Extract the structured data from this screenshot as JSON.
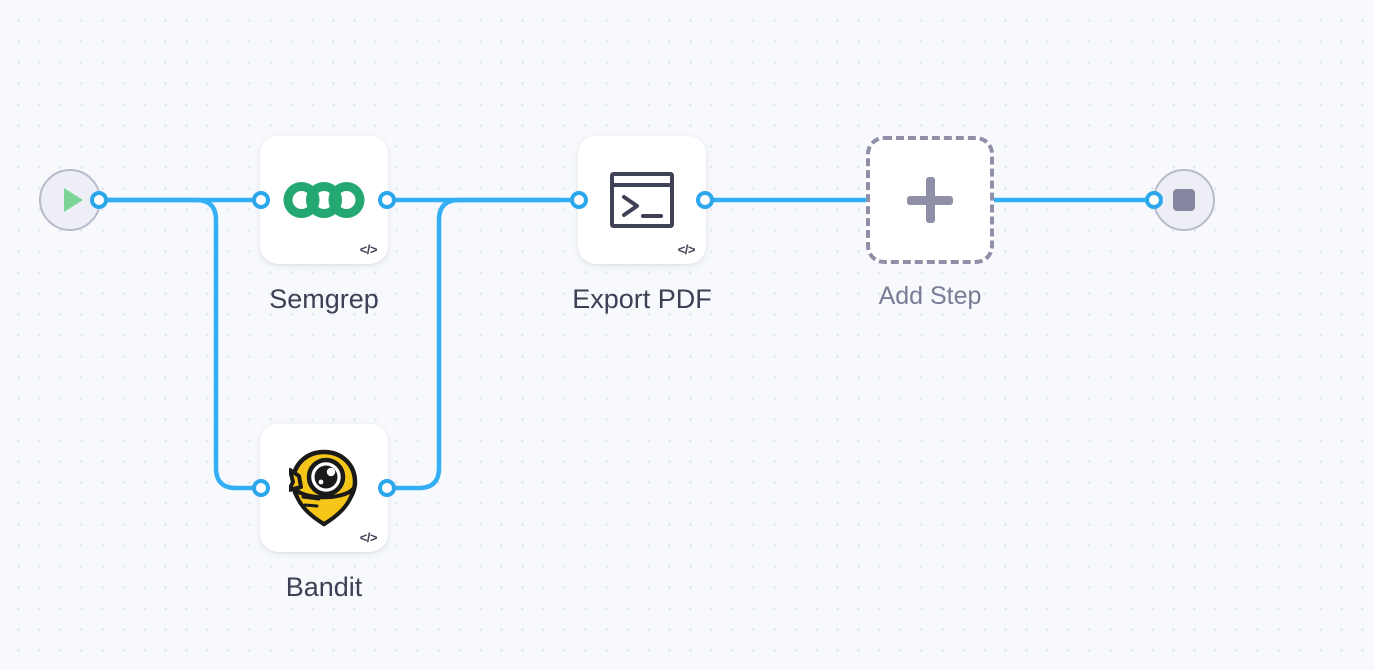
{
  "canvas": {
    "background_color": "#f7f9fc",
    "dot_grid_color": "#e2e6ef",
    "edge_color": "#35aff4",
    "port_color": "#2ba7ea"
  },
  "terminators": {
    "start": {
      "icon": "play-triangle-icon",
      "icon_color": "#7ed495",
      "fill": "#eeeef7",
      "border": "#b9b9cc"
    },
    "end": {
      "icon": "stop-square-icon",
      "icon_color": "#8686a0",
      "fill": "#eeeef7",
      "border": "#b9b9cc"
    }
  },
  "nodes": [
    {
      "id": "semgrep",
      "label": "Semgrep",
      "icon": "semgrep-logo-icon",
      "icon_color": "#24a871",
      "badge": "</>",
      "badge_name": "code-badge-icon"
    },
    {
      "id": "bandit",
      "label": "Bandit",
      "icon": "bandit-logo-icon",
      "icon_color": "#f5c518",
      "badge": "</>",
      "badge_name": "code-badge-icon"
    },
    {
      "id": "exportpdf",
      "label": "Export PDF",
      "icon": "terminal-icon",
      "icon_color": "#3f4257",
      "badge": "</>",
      "badge_name": "code-badge-icon"
    },
    {
      "id": "addstep",
      "label": "Add Step",
      "icon": "plus-icon",
      "icon_color": "#8f8fa8",
      "badge": "",
      "badge_name": "none"
    }
  ],
  "edges": [
    {
      "from": "start",
      "to": "semgrep"
    },
    {
      "from": "start",
      "to": "bandit"
    },
    {
      "from": "semgrep",
      "to": "exportpdf"
    },
    {
      "from": "bandit",
      "to": "exportpdf"
    },
    {
      "from": "exportpdf",
      "to": "addstep"
    },
    {
      "from": "addstep",
      "to": "end"
    }
  ]
}
